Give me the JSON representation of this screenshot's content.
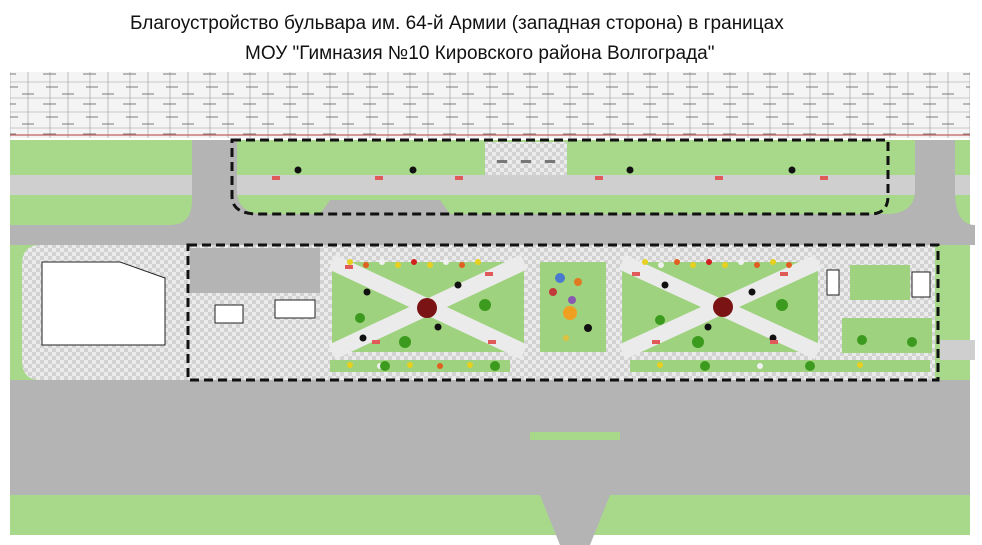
{
  "title": {
    "line1": "Благоустройство  бульвара им. 64-й Армии (западная сторона) в границах",
    "line2": "МОУ \"Гимназия №10 Кировского района Волгограда\""
  },
  "colors": {
    "grass": "#a8d88a",
    "lawn": "#9fd27e",
    "road": "#b4b4b4",
    "paving_light": "#e6e6e6",
    "paving_dark": "#cfcfcf",
    "boundary": "#111111",
    "tree": "#3c9a1e",
    "lamp": "#111111",
    "flowerbed_center": "#7a1414",
    "bench": "#e05a5a"
  },
  "icons": [
    "fountain-circle",
    "lamp-post",
    "bench",
    "tree",
    "flower"
  ]
}
